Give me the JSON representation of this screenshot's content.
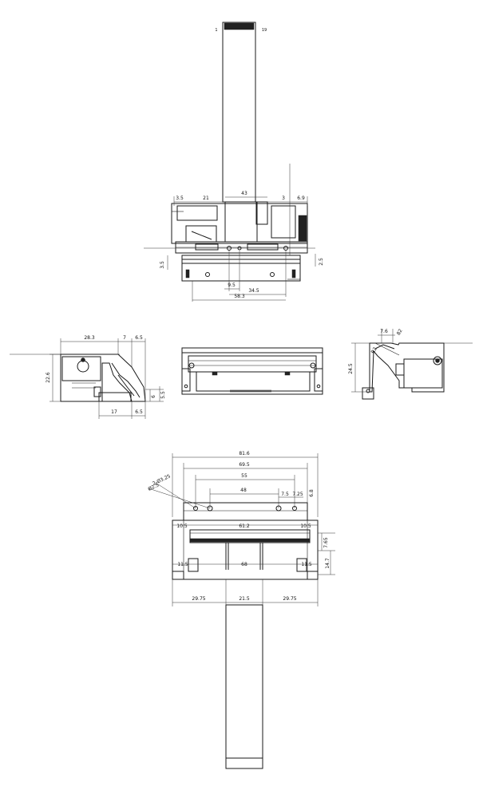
{
  "drawing": {
    "cable_pins": {
      "first": "1",
      "last": "19"
    },
    "top_view": {
      "dims": {
        "d_3_5": "3.5",
        "d_21": "21",
        "d_43": "43",
        "d_3": "3",
        "d_6_9": "6.9",
        "d_3_5_side": "3.5",
        "d_2_5_side": "2.5",
        "d_9_5": "9.5",
        "d_34_5": "34.5",
        "d_58_3": "58.3"
      }
    },
    "left_side_view": {
      "dims": {
        "d_28_3": "28.3",
        "d_7": "7",
        "d_6_5_top": "6.5",
        "d_22_6": "22.6",
        "d_6": "6",
        "d_5_5": "5.5",
        "d_17": "17",
        "d_6_5_bottom": "6.5"
      }
    },
    "right_side_view": {
      "dims": {
        "d_7_6": "7.6",
        "d_angle": "82",
        "d_r": "R2",
        "d_24_5": "24.5"
      }
    },
    "bottom_view": {
      "dims": {
        "d_81_6": "81.6",
        "d_69_5": "69.5",
        "d_55": "55",
        "d_48": "48",
        "d_7_5": "7.5",
        "d_7_25": "7.25",
        "d_hole_note": "2-Ø3.25",
        "d_hole_note2": "Ø2.5",
        "d_side_small": "6.8",
        "d_10_5_l": "10.5",
        "d_61_2": "61.2",
        "d_10_5_r": "10.5",
        "d_7_65": "7.65",
        "d_11_5_l": "11.5",
        "d_68": "68",
        "d_11_5_r": "11.5",
        "d_14_7": "14.7",
        "d_29_75_l": "29.75",
        "d_21_5": "21.5",
        "d_29_75_r": "29.75"
      }
    }
  }
}
